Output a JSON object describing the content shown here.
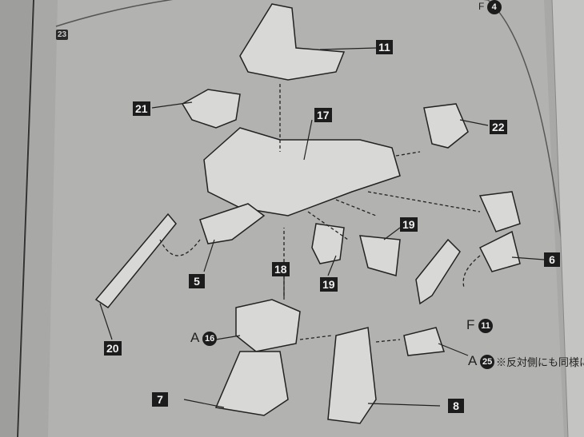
{
  "step_number": "23",
  "top_ref": {
    "prefix": "F",
    "number": "4"
  },
  "part_labels": {
    "p11": "11",
    "p21": "21",
    "p17": "17",
    "p22": "22",
    "p5": "5",
    "p19a": "19",
    "p19b": "19",
    "p20": "20",
    "p18": "18",
    "p6": "6",
    "p7": "7",
    "p8": "8"
  },
  "refs": {
    "a16": {
      "prefix": "A",
      "number": "16"
    },
    "f11": {
      "prefix": "F",
      "number": "11"
    },
    "a25": {
      "prefix": "A",
      "number": "25"
    }
  },
  "note": "※反対側にも同様に取"
}
